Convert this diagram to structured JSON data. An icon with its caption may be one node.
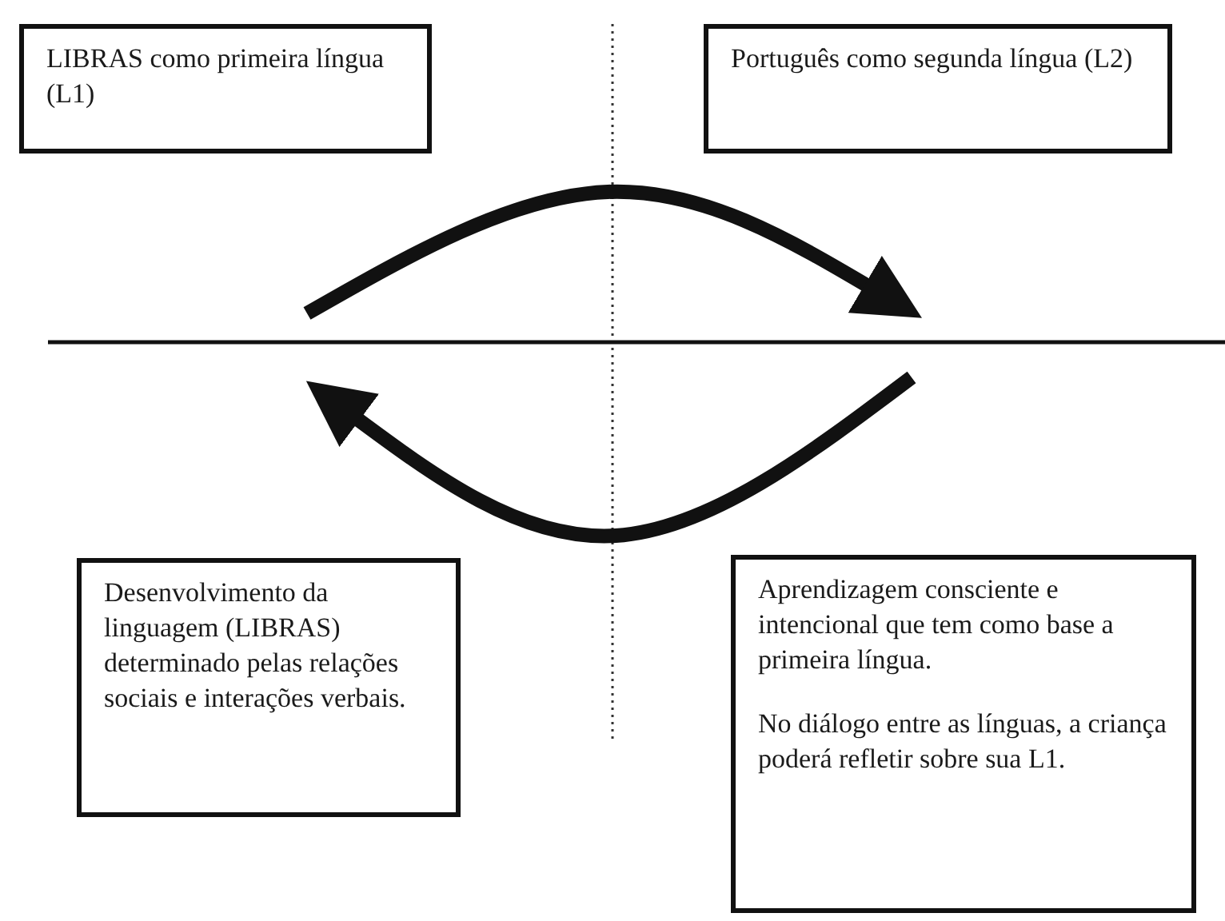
{
  "diagram": {
    "nodes": [
      {
        "text": [
          "LIBRAS como primeira língua (L1)"
        ]
      },
      {
        "text": [
          "Português como segunda língua (L2)"
        ]
      },
      {
        "text": [
          "Desenvolvimento da linguagem (LIBRAS) determinado pelas relações sociais e interações verbais."
        ]
      },
      {
        "text": [
          "Aprendizagem consciente e intencional que tem como base a primeira língua.",
          "No diálogo entre as línguas, a criança poderá refletir sobre sua L1."
        ]
      }
    ]
  }
}
